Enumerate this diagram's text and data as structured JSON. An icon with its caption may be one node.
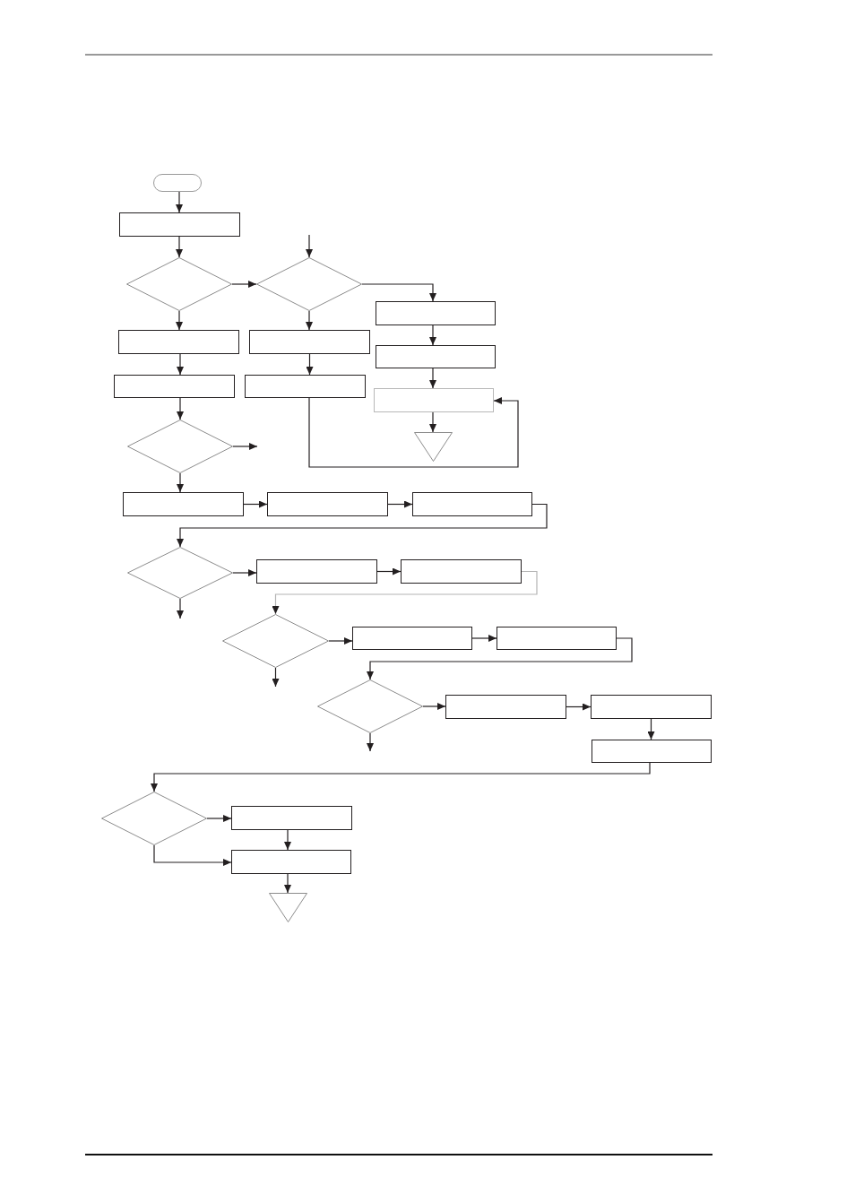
{
  "diagram": {
    "nodes": [
      {
        "text": [],
        "shape": "oval"
      },
      {
        "text": [],
        "shape": "box"
      },
      {
        "text": [],
        "shape": "diamond"
      },
      {
        "text": [],
        "shape": "diamond"
      },
      {
        "text": [],
        "shape": "box"
      },
      {
        "text": [],
        "shape": "box"
      },
      {
        "text": [],
        "shape": "box"
      },
      {
        "text": [],
        "shape": "box"
      },
      {
        "text": [],
        "shape": "box"
      },
      {
        "text": [],
        "shape": "box"
      },
      {
        "text": [],
        "shape": "box"
      },
      {
        "text": [],
        "shape": "diamond"
      },
      {
        "text": [],
        "shape": "triangle"
      },
      {
        "text": [],
        "shape": "box"
      },
      {
        "text": [],
        "shape": "box"
      },
      {
        "text": [],
        "shape": "box"
      },
      {
        "text": [],
        "shape": "diamond"
      },
      {
        "text": [],
        "shape": "box"
      },
      {
        "text": [],
        "shape": "box"
      },
      {
        "text": [],
        "shape": "diamond"
      },
      {
        "text": [],
        "shape": "box"
      },
      {
        "text": [],
        "shape": "box"
      },
      {
        "text": [],
        "shape": "diamond"
      },
      {
        "text": [],
        "shape": "box"
      },
      {
        "text": [],
        "shape": "box"
      },
      {
        "text": [],
        "shape": "box"
      },
      {
        "text": [],
        "shape": "diamond"
      },
      {
        "text": [],
        "shape": "box"
      },
      {
        "text": [],
        "shape": "box"
      },
      {
        "text": [],
        "shape": "triangle"
      }
    ],
    "edges": [
      {
        "from": 0,
        "to": 1,
        "arrow": "to"
      },
      {
        "from": 1,
        "to": 2,
        "arrow": "to"
      },
      {
        "from": null,
        "to": 3,
        "arrow": "to"
      },
      {
        "from": 2,
        "to": 3,
        "arrow": "to"
      },
      {
        "from": 3,
        "to": 4,
        "arrow": "to"
      },
      {
        "from": 2,
        "to": 5,
        "arrow": "to"
      },
      {
        "from": 3,
        "to": 6,
        "arrow": "to"
      },
      {
        "from": 4,
        "to": 7,
        "arrow": "to"
      },
      {
        "from": 5,
        "to": 8,
        "arrow": "to"
      },
      {
        "from": 6,
        "to": 9,
        "arrow": "to"
      },
      {
        "from": 7,
        "to": 10,
        "arrow": "to"
      },
      {
        "from": 9,
        "to": 10,
        "arrow": "to"
      },
      {
        "from": 10,
        "to": 12,
        "arrow": "to"
      },
      {
        "from": 8,
        "to": 11,
        "arrow": "to"
      },
      {
        "from": 11,
        "to": null,
        "arrow": "to"
      },
      {
        "from": 11,
        "to": 13,
        "arrow": "to"
      },
      {
        "from": 13,
        "to": 14,
        "arrow": "to"
      },
      {
        "from": 14,
        "to": 15,
        "arrow": "to"
      },
      {
        "from": 15,
        "to": 16,
        "arrow": "to"
      },
      {
        "from": 16,
        "to": 17,
        "arrow": "to"
      },
      {
        "from": 16,
        "to": null,
        "arrow": "to"
      },
      {
        "from": 17,
        "to": 18,
        "arrow": "to"
      },
      {
        "from": 18,
        "to": 19,
        "arrow": "to",
        "color": "#b4b4b4"
      },
      {
        "from": 19,
        "to": 20,
        "arrow": "to"
      },
      {
        "from": 19,
        "to": null,
        "arrow": "to"
      },
      {
        "from": 20,
        "to": 21,
        "arrow": "to"
      },
      {
        "from": 21,
        "to": 22,
        "arrow": "to"
      },
      {
        "from": 22,
        "to": 23,
        "arrow": "to"
      },
      {
        "from": 22,
        "to": null,
        "arrow": "to"
      },
      {
        "from": 23,
        "to": 24,
        "arrow": "to"
      },
      {
        "from": 24,
        "to": 25,
        "arrow": "to"
      },
      {
        "from": 25,
        "to": 26,
        "arrow": "to"
      },
      {
        "from": 26,
        "to": 27,
        "arrow": "to"
      },
      {
        "from": 26,
        "to": 28,
        "arrow": "to"
      },
      {
        "from": 27,
        "to": 28,
        "arrow": "to"
      },
      {
        "from": 28,
        "to": 29,
        "arrow": "to"
      }
    ]
  }
}
